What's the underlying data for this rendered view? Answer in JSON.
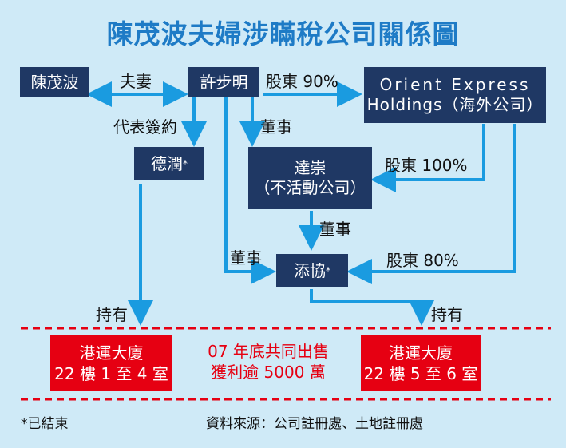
{
  "title": "陳茂波夫婦涉瞞稅公司關係圖",
  "nodes": {
    "chan": "陳茂波",
    "hui": "許步明",
    "orient_line1": "Orient Express",
    "orient_line2": "Holdings（海外公司）",
    "tak_yun": "德潤",
    "tat_sung_line1": "達崇",
    "tat_sung_line2": "（不活動公司）",
    "tim_hip": "添協"
  },
  "asterisk": "*",
  "edge_labels": {
    "spouse": "夫妻",
    "shareholder_90": "股東 90%",
    "signing": "代表簽約",
    "director_1": "董事",
    "shareholder_100": "股東 100%",
    "director_2": "董事",
    "director_3": "董事",
    "shareholder_80": "股東 80%",
    "hold_left": "持有",
    "hold_right": "持有"
  },
  "properties": {
    "left_line1": "港運大廈",
    "left_line2": "22 樓 1 至 4 室",
    "middle_line1": "07 年底共同出售",
    "middle_line2": "獲利逾 5000 萬",
    "right_line1": "港運大廈",
    "right_line2": "22 樓 5 至 6 室"
  },
  "footer": {
    "note": "*已結束",
    "source": "資料來源：公司註冊處、土地註冊處"
  },
  "colors": {
    "background": "#cfeaf7",
    "title": "#1e7bc6",
    "node": "#1f3864",
    "arrow": "#1a9be0",
    "property": "#e60012",
    "dashed_line": "#e60012"
  }
}
